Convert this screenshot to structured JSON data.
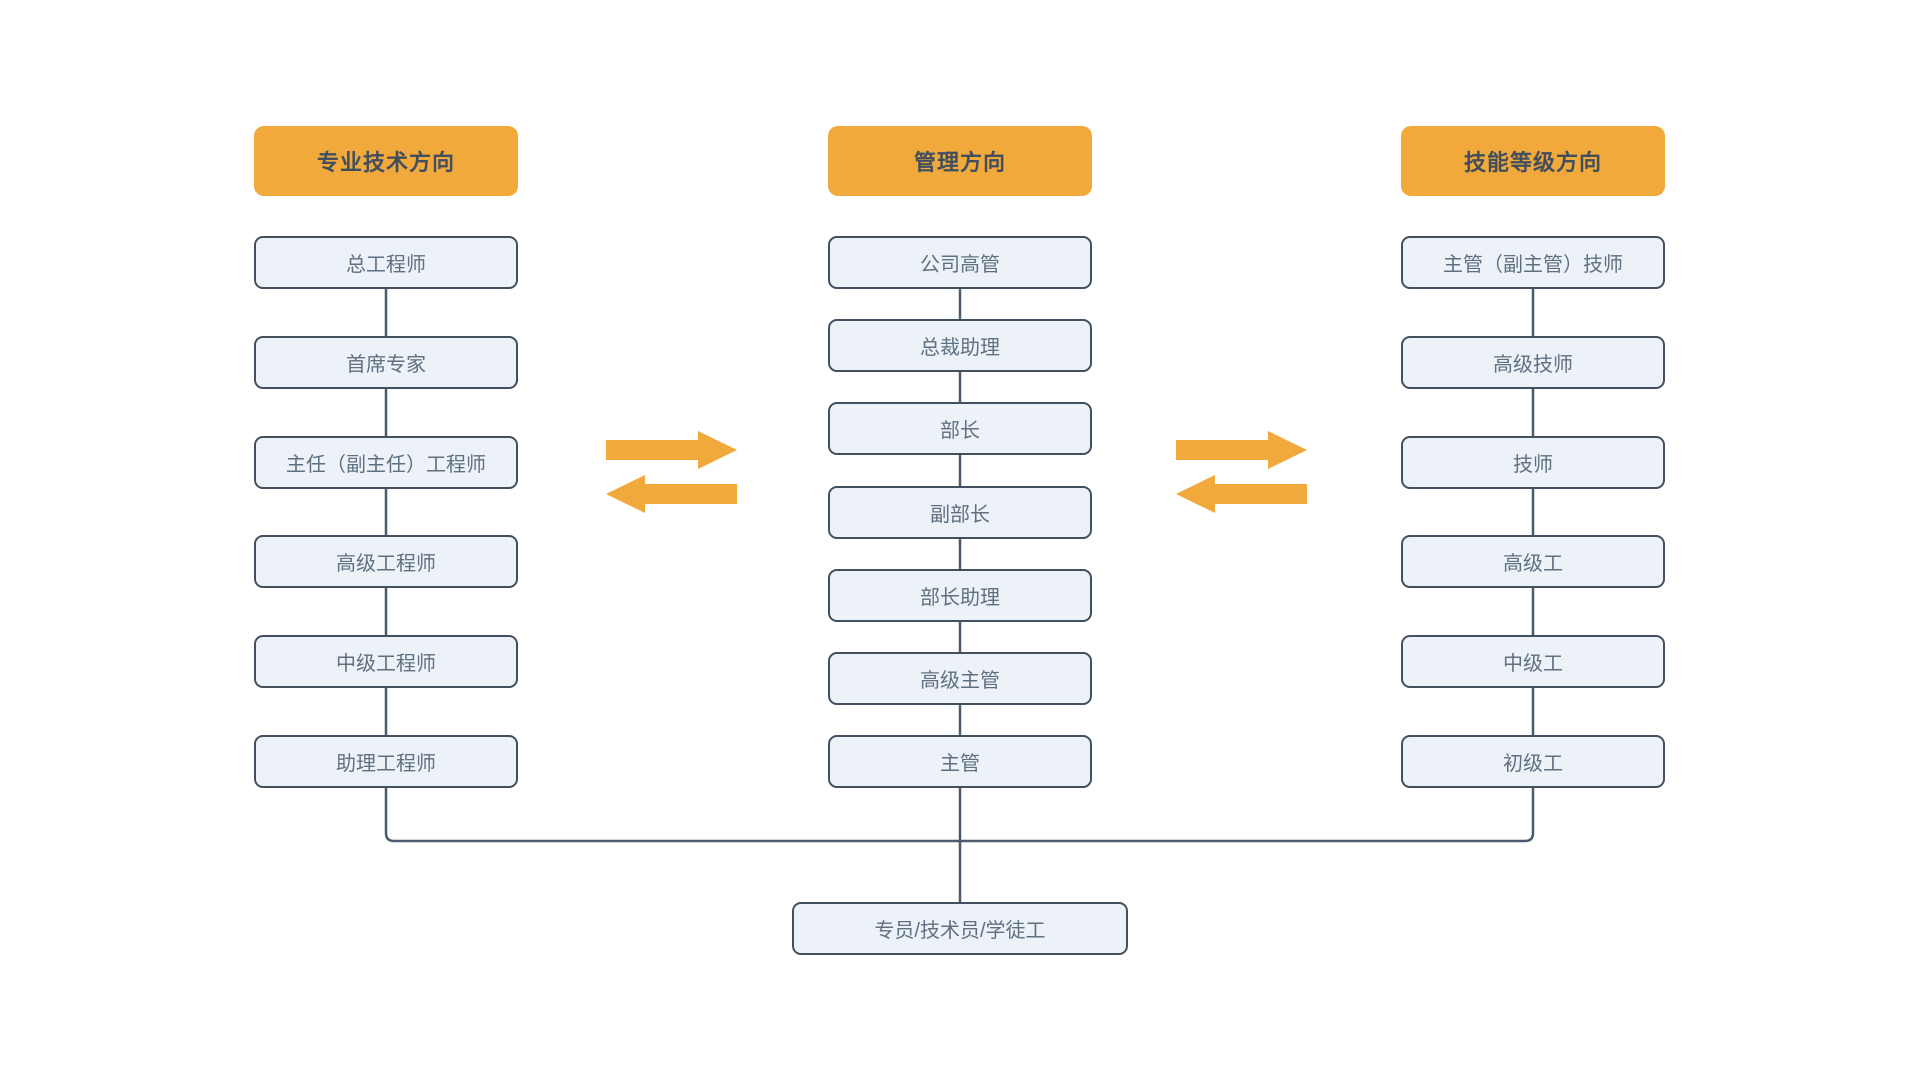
{
  "diagram": {
    "title": "career-ladder-dual-channel",
    "columns": [
      {
        "header": "专业技术方向",
        "items": [
          "总工程师",
          "首席专家",
          "主任（副主任）工程师",
          "高级工程师",
          "中级工程师",
          "助理工程师"
        ]
      },
      {
        "header": "管理方向",
        "items": [
          "公司高管",
          "总裁助理",
          "部长",
          "副部长",
          "部长助理",
          "高级主管",
          "主管"
        ]
      },
      {
        "header": "技能等级方向",
        "items": [
          "主管（副主管）技师",
          "高级技师",
          "技师",
          "高级工",
          "中级工",
          "初级工"
        ]
      }
    ],
    "base_box": {
      "label": "专员/技术员/学徒工"
    },
    "arrow_pairs": [
      {
        "name": "exchange-arrows-technical-management",
        "directions": [
          "right",
          "left"
        ]
      },
      {
        "name": "exchange-arrows-management-skill",
        "directions": [
          "right",
          "left"
        ]
      }
    ]
  },
  "colors": {
    "accent_orange": "#F2A93B",
    "box_fill": "#EDF2F9",
    "box_border": "#43505F",
    "connector_line": "#4C5A6B",
    "header_text": "#414E5E",
    "item_text": "#5F7080",
    "background": "#FFFFFF"
  }
}
